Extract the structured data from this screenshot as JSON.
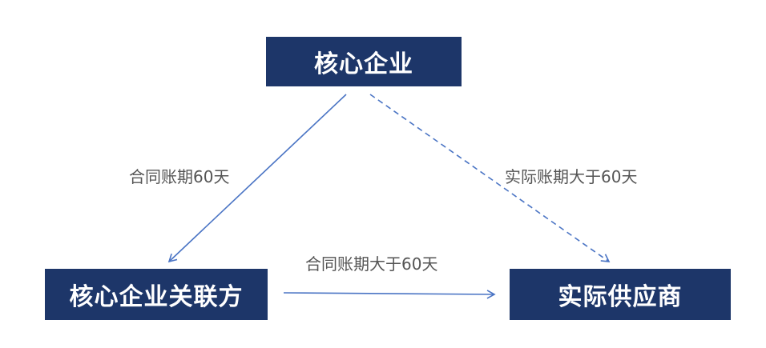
{
  "colors": {
    "node_fill": "#1d3669",
    "edge": "#4a74c4"
  },
  "nodes": {
    "core": "核心企业",
    "affiliate": "核心企业关联方",
    "supplier": "实际供应商"
  },
  "edges": {
    "core_to_affiliate": "合同账期60天",
    "core_to_supplier": "实际账期大于60天",
    "affiliate_to_supplier": "合同账期大于60天"
  }
}
